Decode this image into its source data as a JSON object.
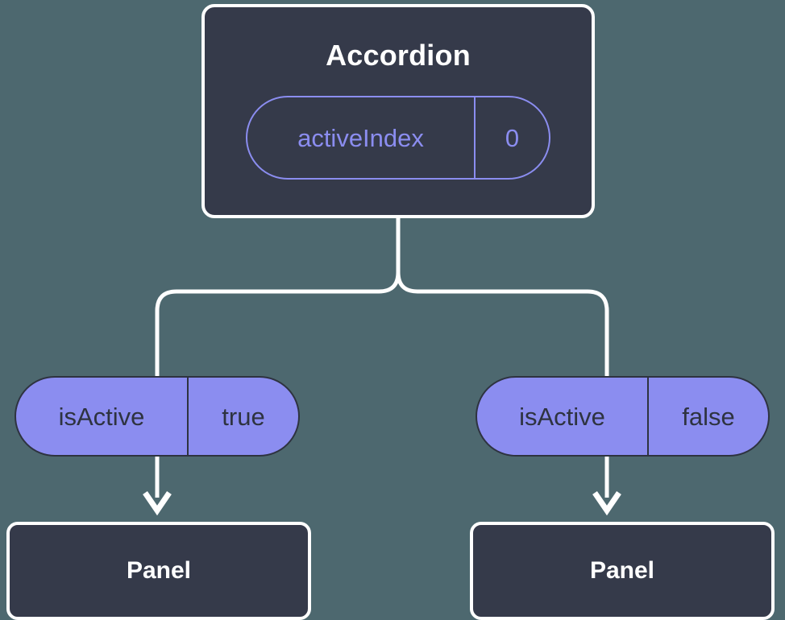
{
  "diagram": {
    "title_node": {
      "label": "Accordion",
      "state_pill": {
        "key": "activeIndex",
        "value": "0"
      }
    },
    "branches": [
      {
        "side": "left",
        "prop_pill": {
          "key": "isActive",
          "value": "true"
        },
        "child": {
          "label": "Panel"
        }
      },
      {
        "side": "right",
        "prop_pill": {
          "key": "isActive",
          "value": "false"
        },
        "child": {
          "label": "Panel"
        }
      }
    ]
  },
  "colors": {
    "background": "#4d686f",
    "node_fill": "#353a4a",
    "node_border": "#ffffff",
    "accent_purple": "#8b8df0",
    "pill_text_dark": "#2e3340",
    "connector": "#ffffff"
  }
}
